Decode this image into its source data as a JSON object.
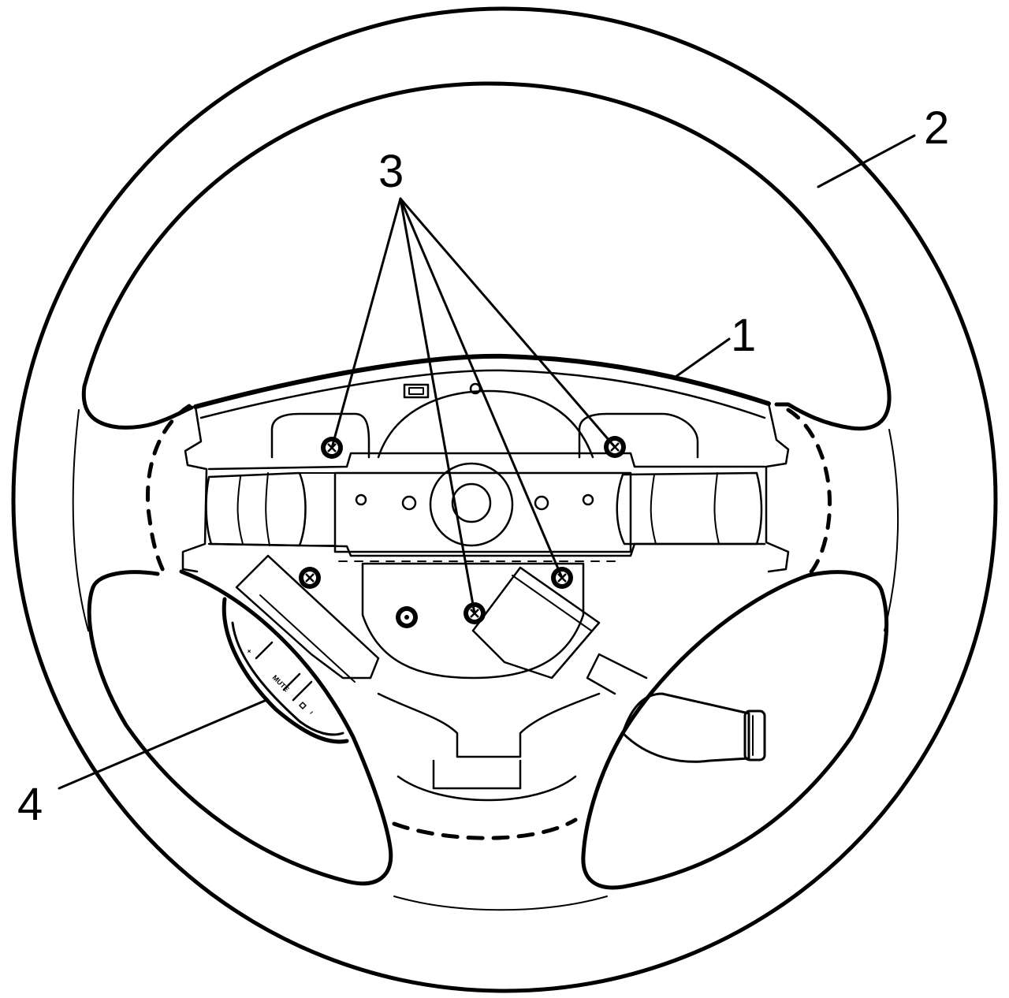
{
  "callouts": [
    {
      "id": "1",
      "label": "1"
    },
    {
      "id": "2",
      "label": "2"
    },
    {
      "id": "3",
      "label": "3"
    },
    {
      "id": "4",
      "label": "4"
    }
  ],
  "switch_buttons": {
    "plus": "+",
    "mute": "MUTE",
    "minus": "−"
  },
  "colors": {
    "ink": "#000000",
    "background": "#ffffff"
  }
}
